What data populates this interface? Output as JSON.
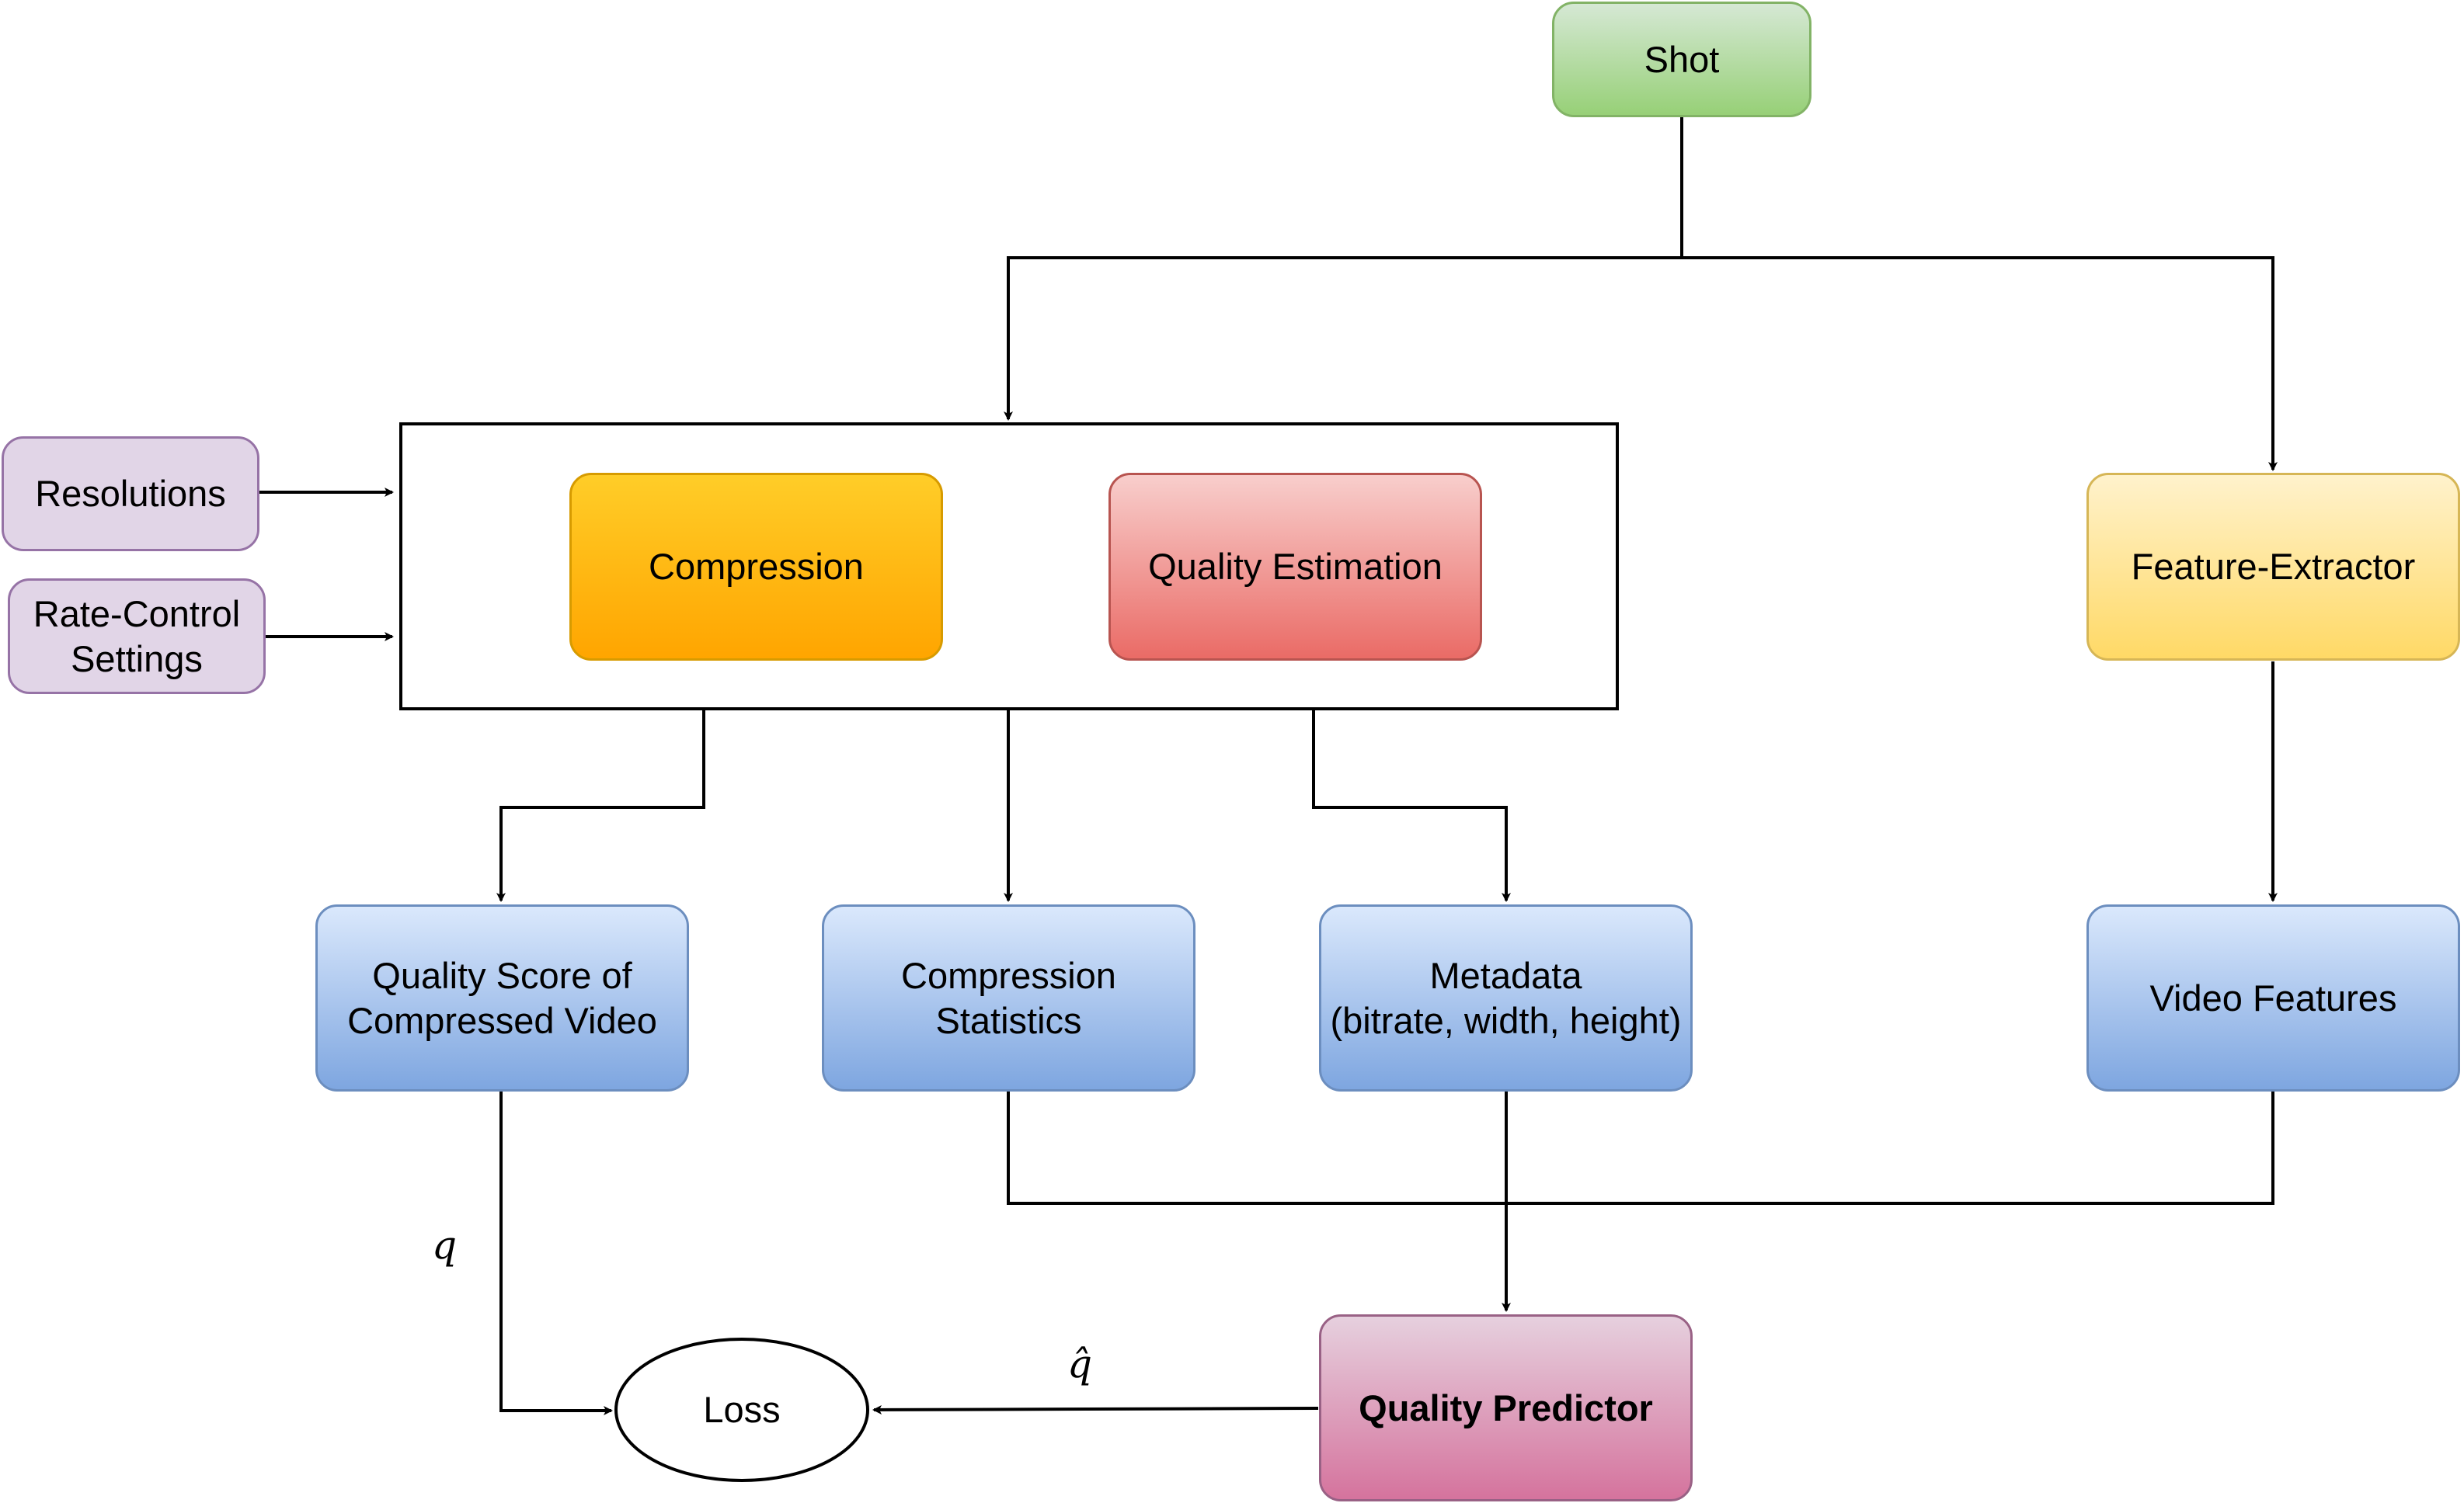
{
  "nodes": {
    "shot": "Shot",
    "resolutions": "Resolutions",
    "rate_control": "Rate-Control\nSettings",
    "compression": "Compression",
    "quality_estimation": "Quality Estimation",
    "feature_extractor": "Feature-Extractor",
    "quality_score": "Quality Score of\nCompressed Video",
    "compression_statistics": "Compression\nStatistics",
    "metadata": "Metadata\n(bitrate, width, height)",
    "video_features": "Video Features",
    "loss": "Loss",
    "quality_predictor": "Quality Predictor"
  },
  "edge_labels": {
    "q": "q",
    "q_hat": "q̂"
  },
  "colors": {
    "green": [
      "#d5e8d4",
      "#97d077",
      "#82b366"
    ],
    "purple": [
      "#e1d5e7",
      "#e1d5e7",
      "#9673a6"
    ],
    "orange": [
      "#ffcd28",
      "#ffa500",
      "#d79b00"
    ],
    "red": [
      "#f8cecc",
      "#ea6b66",
      "#b85450"
    ],
    "yellow": [
      "#fff2cc",
      "#ffd966",
      "#d6b656"
    ],
    "blue": [
      "#dae8fc",
      "#7ea6e0",
      "#6c8ebf"
    ],
    "pink": [
      "#e6d0de",
      "#d5739d",
      "#996185"
    ]
  }
}
